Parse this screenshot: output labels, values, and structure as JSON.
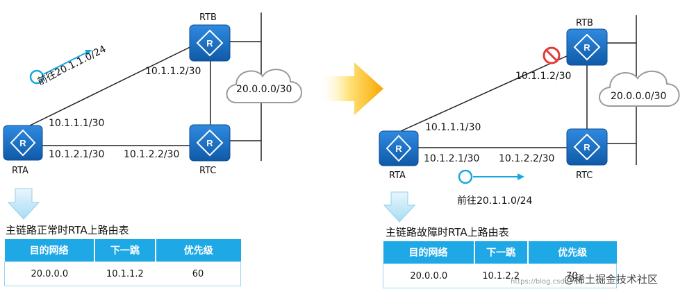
{
  "left": {
    "routers": {
      "rta": "RTA",
      "rtb": "RTB",
      "rtc": "RTC"
    },
    "cloud": "20.0.0.0/30",
    "labels": {
      "rta_b": "10.1.1.1/30",
      "rtb_a": "10.1.1.2/30",
      "rta_c": "10.1.2.1/30",
      "rtc_a": "10.1.2.2/30",
      "dest": "前往20.1.1.0/24"
    },
    "table": {
      "title": "主链路正常时RTA上路由表",
      "headers": [
        "目的网络",
        "下一跳",
        "优先级"
      ],
      "row": [
        "20.0.0.0",
        "10.1.1.2",
        "60"
      ]
    }
  },
  "right": {
    "routers": {
      "rta": "RTA",
      "rtb": "RTB",
      "rtc": "RTC"
    },
    "cloud": "20.0.0.0/30",
    "labels": {
      "rta_b": "10.1.1.1/30",
      "rtb_a": "10.1.1.2/30",
      "rta_c": "10.1.2.1/30",
      "rtc_a": "10.1.2.2/30",
      "dest": "前往20.1.1.0/24"
    },
    "table": {
      "title": "主链路故障时RTA上路由表",
      "headers": [
        "目的网络",
        "下一跳",
        "优先级"
      ],
      "row": [
        "20.0.0.0",
        "10.1.2.2",
        "70"
      ]
    }
  },
  "watermark": {
    "main": "@稀土掘金技术社区",
    "url": "https://blog.csdn.net"
  },
  "colors": {
    "router": "#1a6fc4",
    "header": "#1ea8e6",
    "flow": "#1aa6de",
    "arrow": "#f7a800",
    "blocked": "#e53935"
  }
}
